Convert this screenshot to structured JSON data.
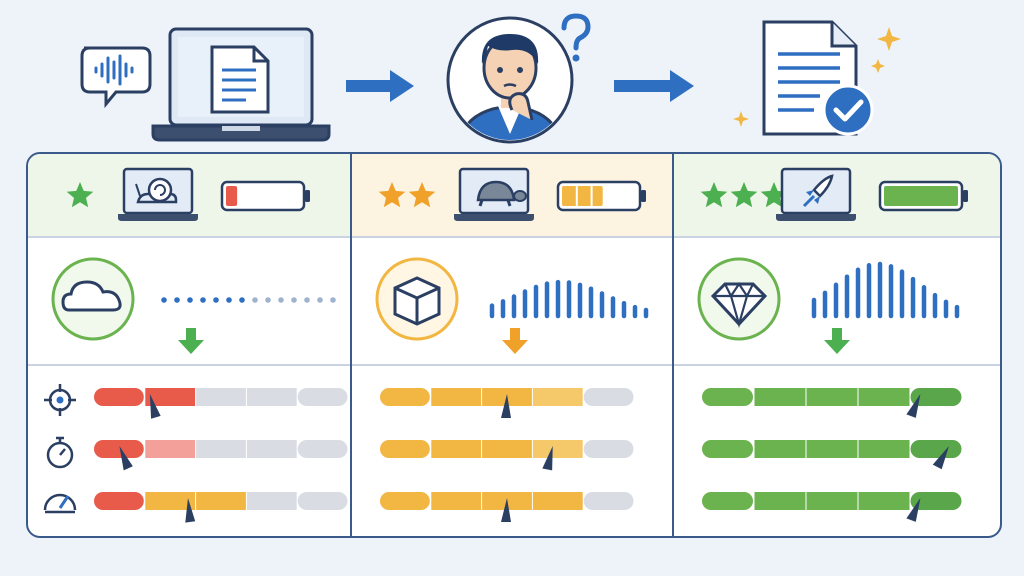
{
  "colors": {
    "outline": "#2b3f63",
    "accent_blue": "#2f6fc2",
    "star_green": "#4caf50",
    "star_orange": "#f0a12a",
    "low": "#e85a4a",
    "medium": "#f2b642",
    "high": "#6ab34f",
    "track": "#d9dde3"
  },
  "flow": {
    "steps": [
      "voice-laptop",
      "thinking-person",
      "document-verified"
    ],
    "icons": [
      "speech-bubble-icon",
      "laptop-icon",
      "document-icon",
      "arrow-right-icon",
      "person-thinking-icon",
      "question-mark-icon",
      "arrow-right-icon",
      "document-check-icon",
      "sparkle-icon"
    ]
  },
  "tiers": [
    {
      "id": "low",
      "stars": 1,
      "star_color": "#4caf50",
      "header_bg": "#eef6e9",
      "device_icon": "snail-icon",
      "battery_level": 0.15,
      "battery_color": "#e85a4a",
      "model_icon": "cloud-icon",
      "model_circle_color": "#6ab34f",
      "signal": "dots",
      "arrow_color": "#4caf50",
      "metrics": [
        {
          "icon": "target-icon",
          "value": 0.22,
          "segments": [
            [
              "#e85a4a",
              1
            ],
            [
              "#e85a4a",
              1
            ],
            [
              "#d9dde3",
              1
            ],
            [
              "#d9dde3",
              1
            ],
            [
              "#d9dde3",
              1
            ]
          ]
        },
        {
          "icon": "stopwatch-icon",
          "value": 0.1,
          "segments": [
            [
              "#e85a4a",
              1
            ],
            [
              "#f4a09a",
              1
            ],
            [
              "#d9dde3",
              1
            ],
            [
              "#d9dde3",
              1
            ],
            [
              "#d9dde3",
              1
            ]
          ]
        },
        {
          "icon": "speedometer-icon",
          "value": 0.37,
          "segments": [
            [
              "#e85a4a",
              1
            ],
            [
              "#f2b642",
              1
            ],
            [
              "#f2b642",
              1
            ],
            [
              "#d9dde3",
              1
            ],
            [
              "#d9dde3",
              1
            ]
          ]
        }
      ]
    },
    {
      "id": "medium",
      "stars": 2,
      "star_color": "#f0a12a",
      "header_bg": "#fdf3e1",
      "device_icon": "turtle-icon",
      "battery_level": 0.55,
      "battery_color": "#f2b642",
      "model_icon": "box-icon",
      "model_circle_color": "#f2b642",
      "signal": "waveform-medium",
      "arrow_color": "#f0a12a",
      "metrics": [
        {
          "icon": "target-icon",
          "value": 0.5,
          "segments": [
            [
              "#f2b642",
              1
            ],
            [
              "#f2b642",
              1
            ],
            [
              "#f2b642",
              1
            ],
            [
              "#f5c86a",
              1
            ],
            [
              "#d9dde3",
              1
            ]
          ]
        },
        {
          "icon": "stopwatch-icon",
          "value": 0.68,
          "segments": [
            [
              "#f2b642",
              1
            ],
            [
              "#f2b642",
              1
            ],
            [
              "#f2b642",
              1
            ],
            [
              "#f5c86a",
              1
            ],
            [
              "#d9dde3",
              1
            ]
          ]
        },
        {
          "icon": "speedometer-icon",
          "value": 0.5,
          "segments": [
            [
              "#f2b642",
              1
            ],
            [
              "#f2b642",
              1
            ],
            [
              "#f2b642",
              1
            ],
            [
              "#f2b642",
              1
            ],
            [
              "#d9dde3",
              1
            ]
          ]
        }
      ]
    },
    {
      "id": "high",
      "stars": 3,
      "star_color": "#4caf50",
      "header_bg": "#eef6e9",
      "device_icon": "rocket-icon",
      "battery_level": 1.0,
      "battery_color": "#6ab34f",
      "model_icon": "diamond-icon",
      "model_circle_color": "#6ab34f",
      "signal": "waveform-high",
      "arrow_color": "#4caf50",
      "metrics": [
        {
          "icon": "target-icon",
          "value": 0.84,
          "segments": [
            [
              "#6ab34f",
              1
            ],
            [
              "#6ab34f",
              1
            ],
            [
              "#6ab34f",
              1
            ],
            [
              "#6ab34f",
              1
            ],
            [
              "#5aa64a",
              1
            ]
          ]
        },
        {
          "icon": "stopwatch-icon",
          "value": 0.95,
          "segments": [
            [
              "#6ab34f",
              1
            ],
            [
              "#6ab34f",
              1
            ],
            [
              "#6ab34f",
              1
            ],
            [
              "#6ab34f",
              1
            ],
            [
              "#5aa64a",
              1
            ]
          ]
        },
        {
          "icon": "speedometer-icon",
          "value": 0.84,
          "segments": [
            [
              "#6ab34f",
              1
            ],
            [
              "#6ab34f",
              1
            ],
            [
              "#6ab34f",
              1
            ],
            [
              "#6ab34f",
              1
            ],
            [
              "#5aa64a",
              1
            ]
          ]
        }
      ]
    }
  ]
}
